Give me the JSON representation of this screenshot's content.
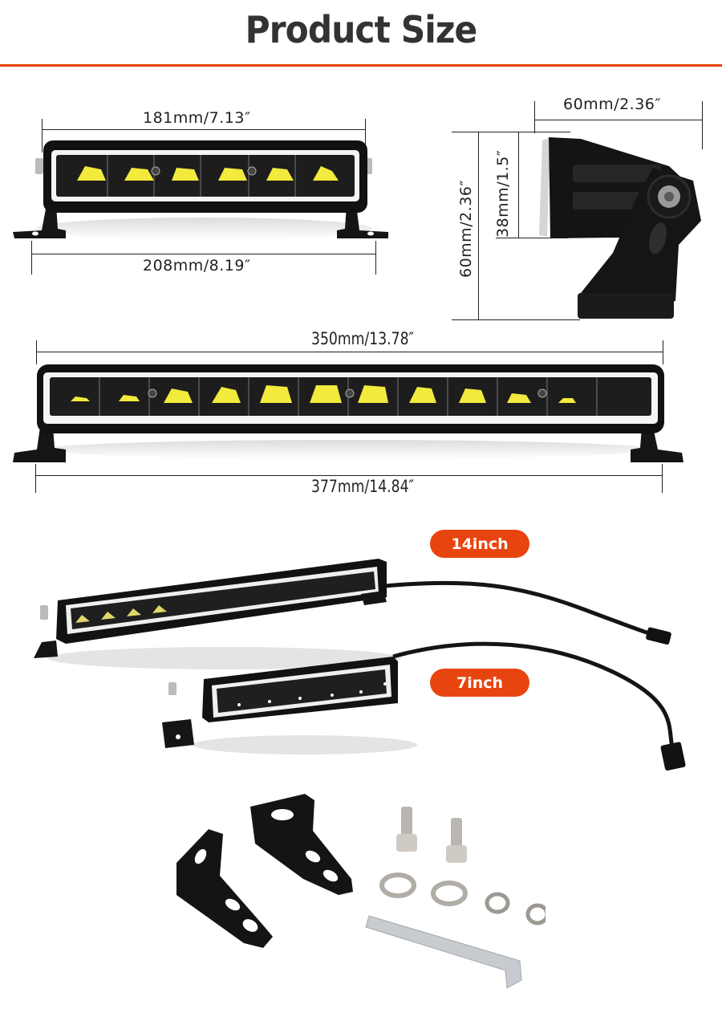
{
  "header": {
    "title": "Product Size",
    "accent_color": "#e8440f"
  },
  "small_bar": {
    "name": "7 inch light bar front view",
    "lens_width_label": "181mm/7.13″",
    "total_width_label": "208mm/8.19″",
    "led_count": 6
  },
  "side_view": {
    "name": "light bar side view",
    "depth_label": "60mm/2.36″",
    "total_height_label": "60mm/2.36″",
    "body_height_label": "38mm/1.5″"
  },
  "large_bar": {
    "name": "14 inch light bar front view",
    "lens_width_label": "350mm/13.78″",
    "total_width_label": "377mm/14.84″",
    "led_count": 12
  },
  "product_photo": {
    "badges": [
      {
        "label": "14inch"
      },
      {
        "label": "7inch"
      }
    ]
  },
  "hardware_kit": {
    "items": [
      "mounting bracket",
      "mounting bracket",
      "hex bolt",
      "hex bolt",
      "flat washer",
      "flat washer",
      "spring washer",
      "spring washer",
      "allen key"
    ]
  },
  "colors": {
    "accent": "#e8440f",
    "title_text": "#333333",
    "housing": "#111111",
    "led_yellow": "#f2ea3c"
  }
}
